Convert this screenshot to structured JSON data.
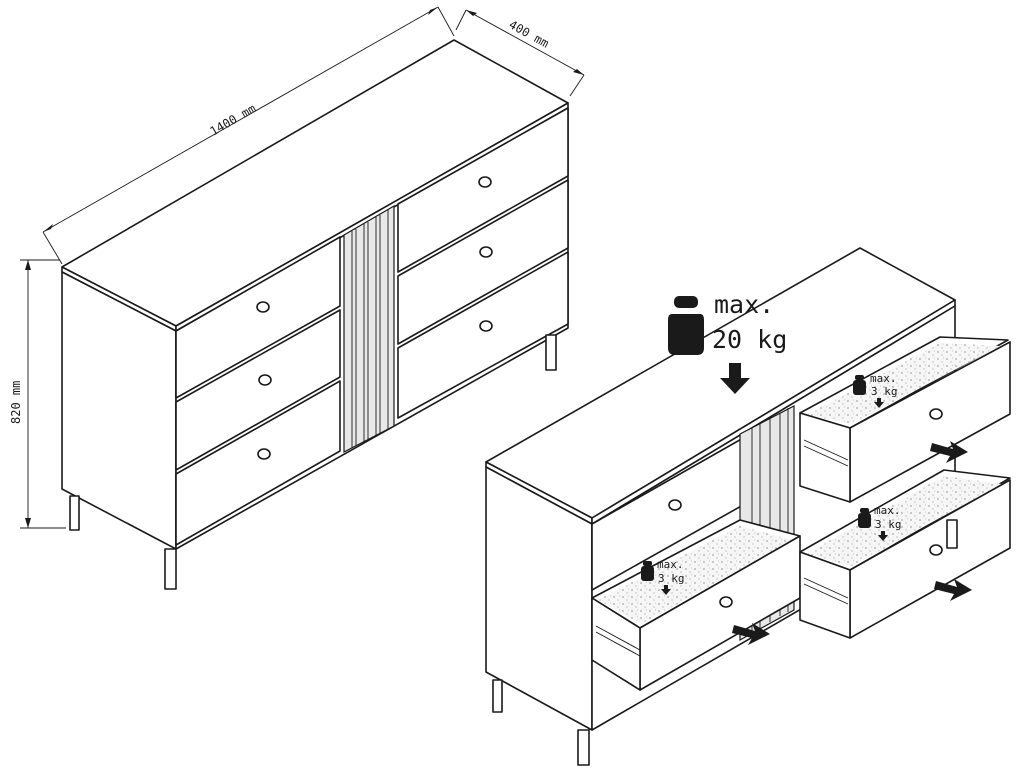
{
  "dimensions": {
    "width": "1400 mm",
    "depth": "400 mm",
    "height": "820 mm"
  },
  "load_limits": {
    "top": {
      "max": "max.",
      "weight": "20 kg"
    },
    "drawer": {
      "max": "max.",
      "weight": "3 kg"
    }
  },
  "icons": [
    "weight-icon",
    "down-arrow-icon",
    "push-arrow-icon",
    "knob-icon"
  ]
}
